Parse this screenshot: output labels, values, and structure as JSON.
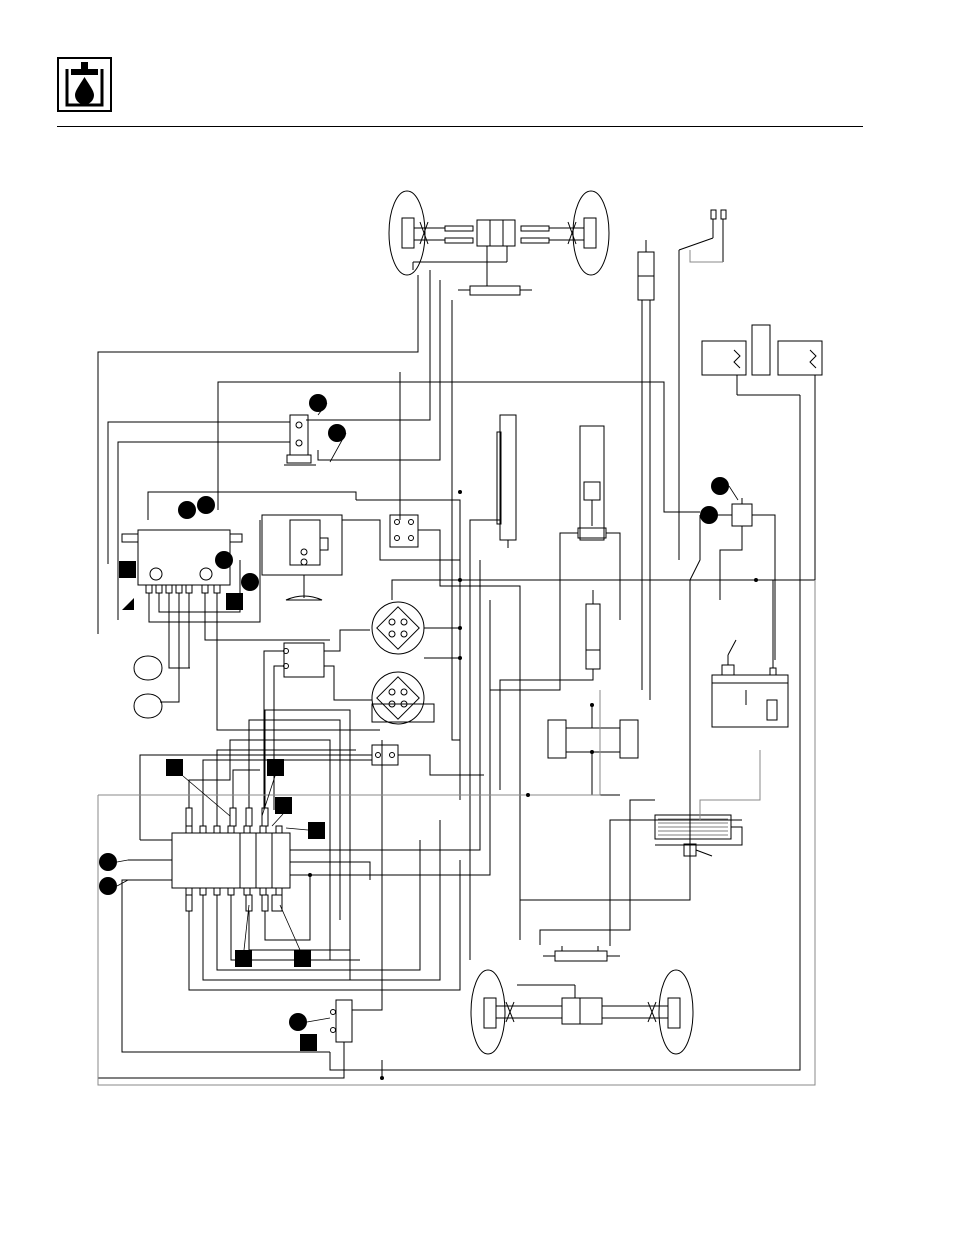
{
  "header": {
    "icon": "hydraulic-oil-icon"
  },
  "diagram": {
    "kind": "hydraulic-schematic",
    "colors": {
      "line": "#000000",
      "faint_line": "#888888",
      "marker_fill": "#000000",
      "wheel_fill": "#ffffff"
    },
    "callouts": {
      "circle_count": 12,
      "square_count": 10
    }
  }
}
